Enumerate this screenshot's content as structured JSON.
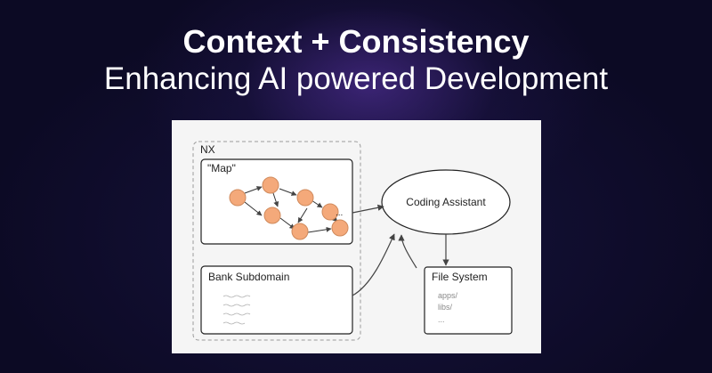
{
  "header": {
    "title": "Context + Consistency",
    "subtitle": "Enhancing AI powered Development"
  },
  "diagram": {
    "nx_label": "NX",
    "map_label": "\"Map\"",
    "map_ellipsis": "...",
    "bank_label": "Bank Subdomain",
    "coding_assistant_label": "Coding Assistant",
    "file_system_label": "File System",
    "file_system_entries": [
      "apps/",
      "libs/",
      "..."
    ],
    "colors": {
      "node_fill": "#f4a97a",
      "node_stroke": "#d08a5c",
      "panel_bg": "#f5f5f5",
      "background": "#0c0a24",
      "accent_glow": "#5f37af"
    }
  }
}
